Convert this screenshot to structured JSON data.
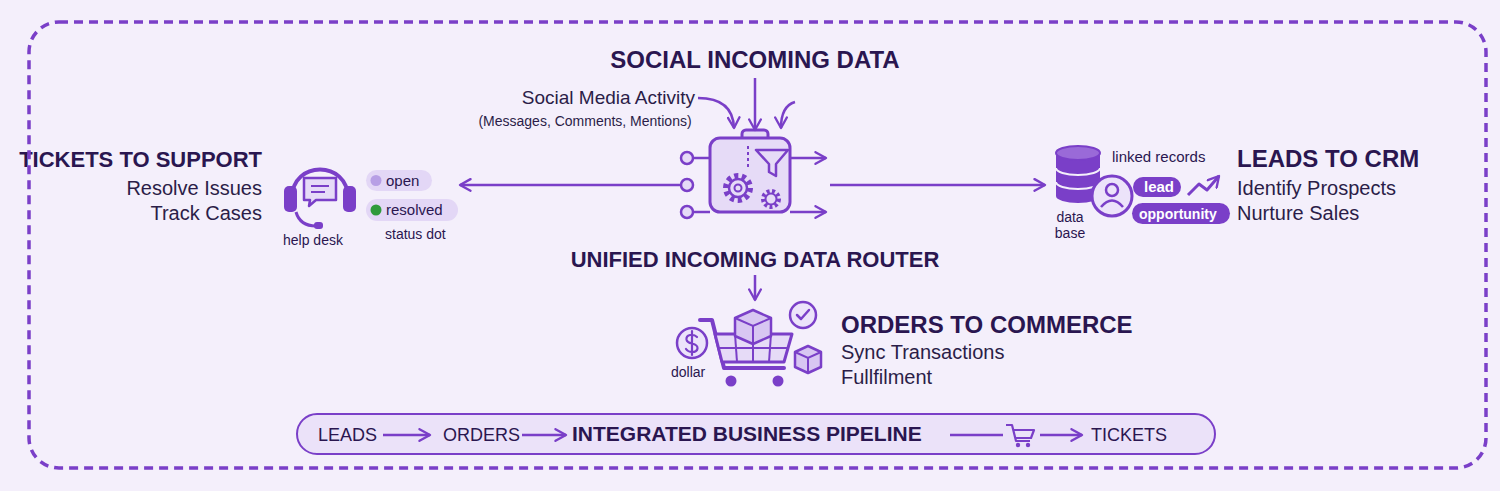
{
  "diagram": {
    "nodes": [
      {
        "text": [
          "SOCIAL INCOMING DATA",
          "Social Media Activity",
          "(Messages, Comments, Mentions)"
        ]
      },
      {
        "text": [
          "UNIFIED INCOMING DATA ROUTER"
        ]
      },
      {
        "text": [
          "TICKETS TO SUPPORT",
          "Resolve Issues Track Cases"
        ]
      },
      {
        "text": [
          "LEADS TO CRM",
          "Identify Prospects Nurture Sales"
        ]
      },
      {
        "text": [
          "ORDERS TO COMMERCE",
          "Sync Transactions Fullfilment"
        ]
      },
      {
        "text": [
          "INTEGRATED BUSINESS PIPELINE"
        ]
      }
    ],
    "edges": [
      {
        "from": 0,
        "to": 1,
        "arrow": "to"
      },
      {
        "from": 1,
        "to": 2,
        "arrow": "to"
      },
      {
        "from": 1,
        "to": 3,
        "arrow": "to"
      },
      {
        "from": 1,
        "to": 4,
        "arrow": "to"
      }
    ],
    "labels": [
      "help desk",
      "open",
      "resolved",
      "status dot",
      "linked records",
      "lead",
      "opportunity",
      "data base",
      "dollar",
      "LEADS",
      "ORDERS",
      "TICKETS"
    ]
  }
}
